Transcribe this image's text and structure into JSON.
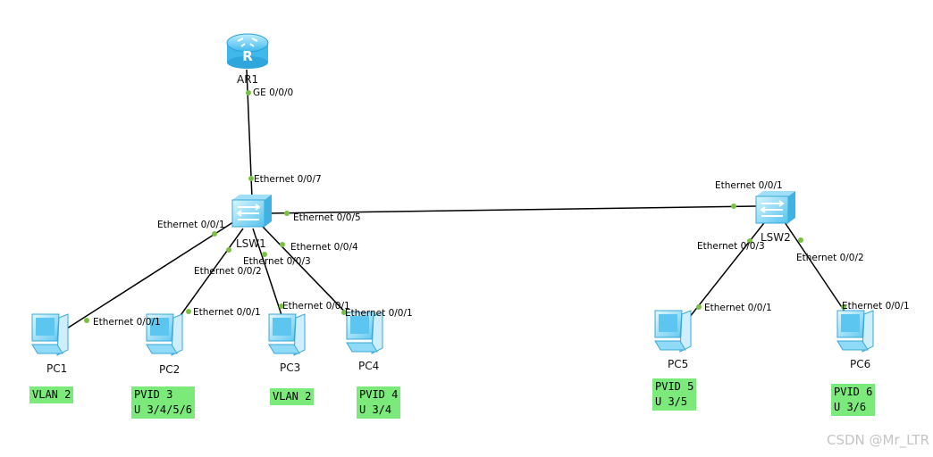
{
  "colors": {
    "link": "#000000",
    "port_dot": "#7ac143",
    "note_bg": "#7bea7b"
  },
  "devices": {
    "ar1": {
      "name": "AR1",
      "icon": "router-icon"
    },
    "lsw1": {
      "name": "LSW1",
      "icon": "switch-icon"
    },
    "lsw2": {
      "name": "LSW2",
      "icon": "switch-icon"
    },
    "pc1": {
      "name": "PC1",
      "icon": "pc-icon"
    },
    "pc2": {
      "name": "PC2",
      "icon": "pc-icon"
    },
    "pc3": {
      "name": "PC3",
      "icon": "pc-icon"
    },
    "pc4": {
      "name": "PC4",
      "icon": "pc-icon"
    },
    "pc5": {
      "name": "PC5",
      "icon": "pc-icon"
    },
    "pc6": {
      "name": "PC6",
      "icon": "pc-icon"
    }
  },
  "ports": {
    "ar1_ge000": "GE 0/0/0",
    "lsw1_e007": "Ethernet 0/0/7",
    "lsw1_e001": "Ethernet 0/0/1",
    "lsw1_e005": "Ethernet 0/0/5",
    "lsw1_e002": "Ethernet 0/0/2",
    "lsw1_e003": "Ethernet 0/0/3",
    "lsw1_e004": "Ethernet 0/0/4",
    "lsw2_e001": "Ethernet 0/0/1",
    "lsw2_e003": "Ethernet 0/0/3",
    "lsw2_e002": "Ethernet 0/0/2",
    "pc1_e001": "Ethernet 0/0/1",
    "pc2_e001": "Ethernet 0/0/1",
    "pc3_e001": "Ethernet 0/0/1",
    "pc4_e001": "Ethernet 0/0/1",
    "pc5_e001": "Ethernet 0/0/1",
    "pc6_e001": "Ethernet 0/0/1"
  },
  "notes": {
    "pc1": [
      "VLAN 2"
    ],
    "pc2": [
      "PVID 3",
      "U 3/4/5/6"
    ],
    "pc3": [
      "VLAN 2"
    ],
    "pc4": [
      "PVID 4",
      "U 3/4"
    ],
    "pc5": [
      "PVID 5",
      "U 3/5"
    ],
    "pc6": [
      "PVID 6",
      "U 3/6"
    ]
  },
  "watermark": "CSDN @Mr_LTR"
}
